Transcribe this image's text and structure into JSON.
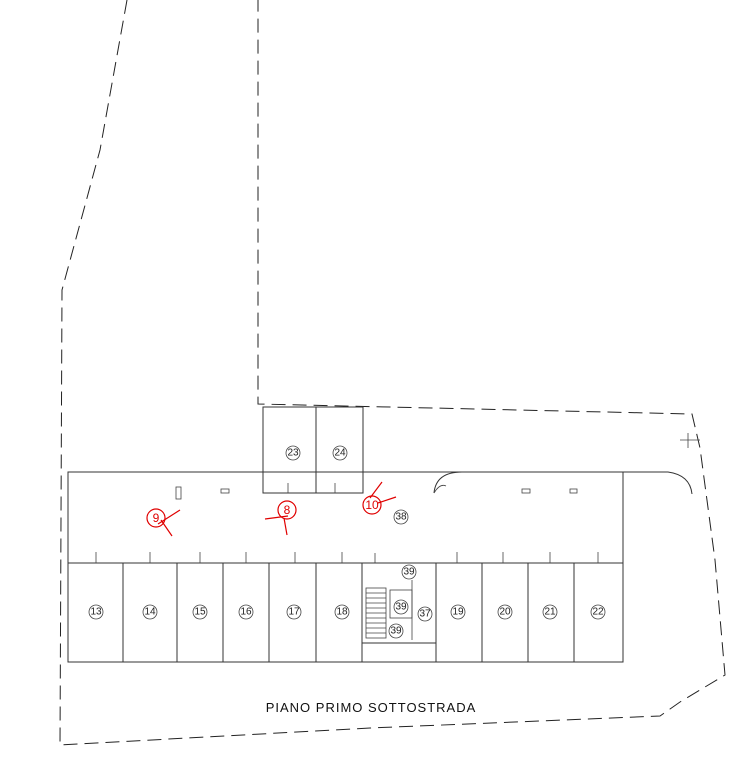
{
  "drawing_title": "PIANO PRIMO SOTTOSTRADA",
  "units_bottom": [
    "13",
    "14",
    "15",
    "16",
    "17",
    "18",
    "19",
    "20",
    "21",
    "22"
  ],
  "units_top": [
    "23",
    "24"
  ],
  "stair_units": [
    "39",
    "39",
    "37",
    "39"
  ],
  "common_unit": "38",
  "viewpoints": [
    "9",
    "8",
    "10"
  ],
  "colors": {
    "line": "#333333",
    "viewpoint": "#e00000"
  }
}
